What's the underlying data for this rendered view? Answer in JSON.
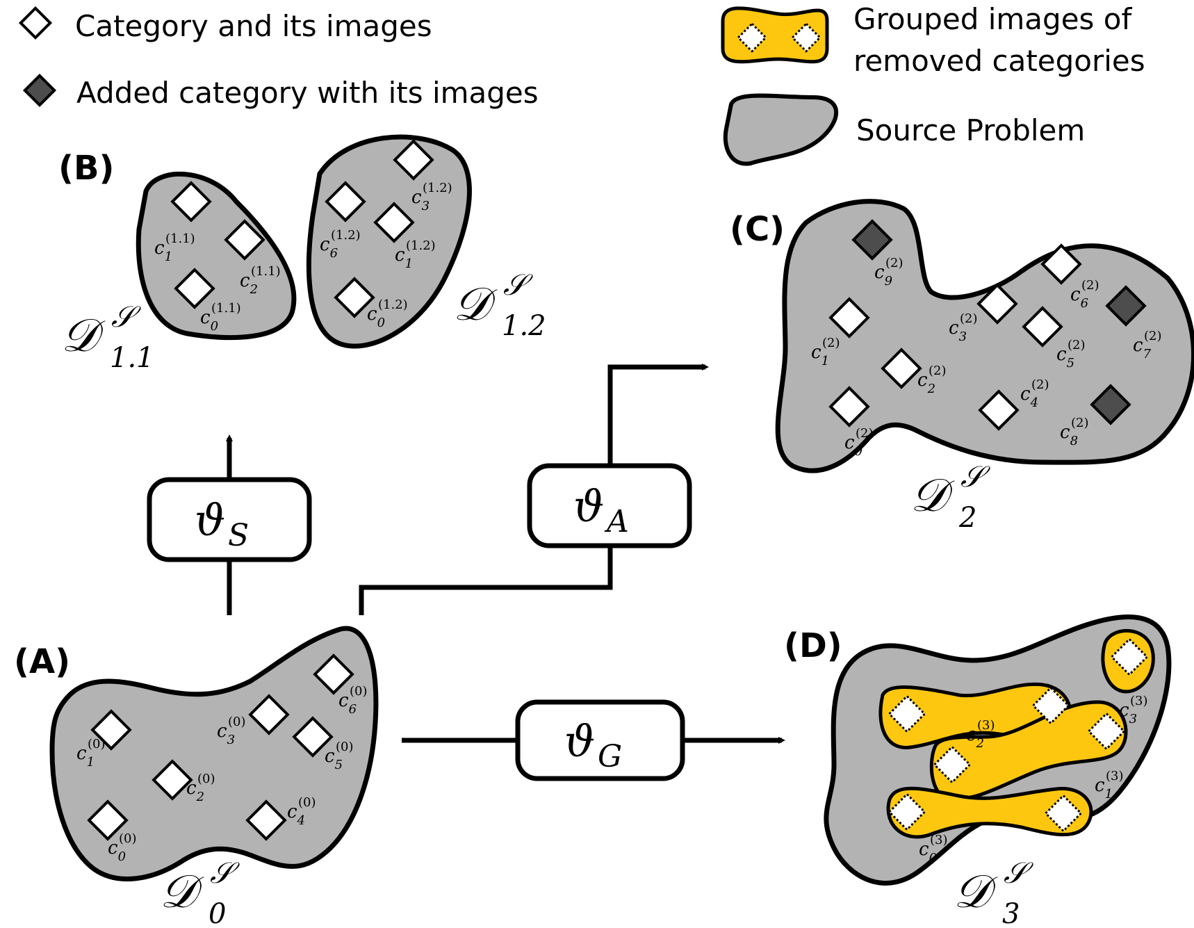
{
  "legend": {
    "category_label": "Category and its images",
    "added_label": "Added category with its images",
    "grouped_label_line1": "Grouped images of",
    "grouped_label_line2": "removed categories",
    "source_label": "Source Problem"
  },
  "panels": {
    "A": {
      "tag": "(A)",
      "dataset_main": "𝒟",
      "dataset_sup": "𝒮",
      "dataset_sub": "0"
    },
    "B": {
      "tag": "(B)",
      "left_main": "𝒟",
      "left_sup": "𝒮",
      "left_sub": "1.1",
      "right_main": "𝒟",
      "right_sup": "𝒮",
      "right_sub": "1.2"
    },
    "C": {
      "tag": "(C)",
      "dataset_main": "𝒟",
      "dataset_sup": "𝒮",
      "dataset_sub": "2"
    },
    "D": {
      "tag": "(D)",
      "dataset_main": "𝒟",
      "dataset_sup": "𝒮",
      "dataset_sub": "3"
    }
  },
  "transforms": {
    "split": {
      "symbol": "ϑ",
      "subscript": "S"
    },
    "add": {
      "symbol": "ϑ",
      "subscript": "A"
    },
    "group": {
      "symbol": "ϑ",
      "subscript": "G"
    }
  },
  "category_labels": {
    "A": [
      {
        "c": "c",
        "sub": "0",
        "sup": "(0)"
      },
      {
        "c": "c",
        "sub": "1",
        "sup": "(0)"
      },
      {
        "c": "c",
        "sub": "2",
        "sup": "(0)"
      },
      {
        "c": "c",
        "sub": "3",
        "sup": "(0)"
      },
      {
        "c": "c",
        "sub": "4",
        "sup": "(0)"
      },
      {
        "c": "c",
        "sub": "5",
        "sup": "(0)"
      },
      {
        "c": "c",
        "sub": "6",
        "sup": "(0)"
      }
    ],
    "B1": [
      {
        "c": "c",
        "sub": "0",
        "sup": "(1.1)"
      },
      {
        "c": "c",
        "sub": "1",
        "sup": "(1.1)"
      },
      {
        "c": "c",
        "sub": "2",
        "sup": "(1.1)"
      }
    ],
    "B2": [
      {
        "c": "c",
        "sub": "0",
        "sup": "(1.2)"
      },
      {
        "c": "c",
        "sub": "1",
        "sup": "(1.2)"
      },
      {
        "c": "c",
        "sub": "3",
        "sup": "(1.2)"
      },
      {
        "c": "c",
        "sub": "6",
        "sup": "(1.2)"
      }
    ],
    "C": [
      {
        "c": "c",
        "sub": "0",
        "sup": "(2)"
      },
      {
        "c": "c",
        "sub": "1",
        "sup": "(2)"
      },
      {
        "c": "c",
        "sub": "2",
        "sup": "(2)"
      },
      {
        "c": "c",
        "sub": "3",
        "sup": "(2)"
      },
      {
        "c": "c",
        "sub": "4",
        "sup": "(2)"
      },
      {
        "c": "c",
        "sub": "5",
        "sup": "(2)"
      },
      {
        "c": "c",
        "sub": "6",
        "sup": "(2)"
      },
      {
        "c": "c",
        "sub": "7",
        "sup": "(2)"
      },
      {
        "c": "c",
        "sub": "8",
        "sup": "(2)"
      },
      {
        "c": "c",
        "sub": "9",
        "sup": "(2)"
      }
    ],
    "D": [
      {
        "c": "c",
        "sub": "0",
        "sup": "(3)"
      },
      {
        "c": "c",
        "sub": "1",
        "sup": "(3)"
      },
      {
        "c": "c",
        "sub": "2",
        "sup": "(3)"
      },
      {
        "c": "c",
        "sub": "3",
        "sup": "(3)"
      }
    ]
  },
  "colors": {
    "region_fill": "#b3b3b3",
    "added_fill": "#4d4d4d",
    "group_fill": "#fdc70f",
    "stroke": "#000000",
    "category_fill": "#ffffff"
  }
}
